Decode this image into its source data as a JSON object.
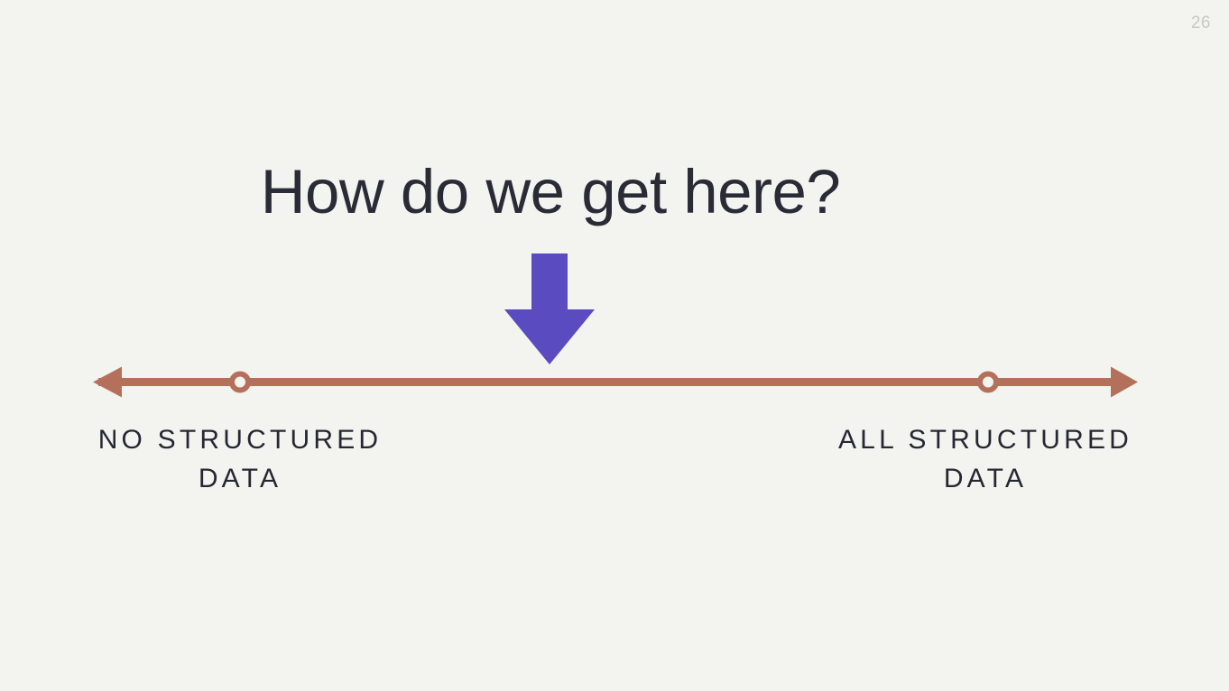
{
  "slide": {
    "page_number": "26",
    "background_color": "#f3f4ef",
    "title": "How do we get here?",
    "title_color": "#2b2b38"
  },
  "diagram": {
    "type": "spectrum-axis",
    "axis_color": "#b5705c",
    "arrow_color": "#5a4cc0",
    "pointer": {
      "icon": "down-arrow-icon",
      "position_fraction": 0.44,
      "description": "Purple downward arrow pointing at the middle of the spectrum"
    },
    "endpoints": [
      {
        "id": "left",
        "label_line1": "NO STRUCTURED",
        "label_line2": "DATA",
        "marker": "hollow-circle"
      },
      {
        "id": "right",
        "label_line1": "ALL STRUCTURED",
        "label_line2": "DATA",
        "marker": "hollow-circle"
      }
    ],
    "label_color": "#272734"
  }
}
